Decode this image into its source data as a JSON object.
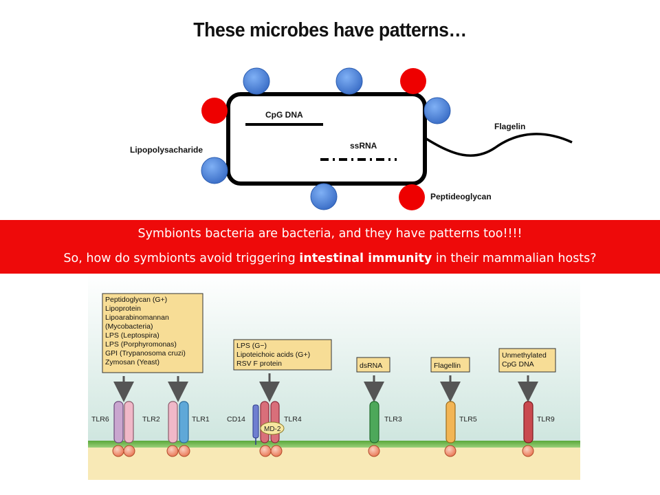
{
  "slide": {
    "title": "These microbes have patterns…"
  },
  "bacterium": {
    "labels": {
      "cpg_dna": "CpG DNA",
      "ssrna": "ssRNA",
      "flagelin": "Flagelin",
      "lipopolysacharide": "Lipopolysacharide",
      "peptideoglycan": "Peptideoglycan"
    },
    "colors": {
      "red_pattern": "#ee0000",
      "blue_pattern": "#4f86dd"
    }
  },
  "banner": {
    "line1": "Symbionts bacteria are bacteria, and they have patterns too!!!!",
    "line2_before": "So, how do symbionts avoid triggering ",
    "line2_bold": "intestinal immunity",
    "line2_after": " in their mammalian hosts?",
    "background": "#ee0a0a"
  },
  "tlr_figure": {
    "ligand_boxes": {
      "tlr2_group": [
        "Peptidoglycan (G+)",
        "Lipoprotein",
        "Lipoarabinomannan",
        "(Mycobacteria)",
        "LPS (Leptospira)",
        "LPS (Porphyromonas)",
        "GPI (Trypanosoma cruzi)",
        "Zymosan (Yeast)"
      ],
      "tlr4_group": [
        "LPS (G−)",
        "Lipoteichoic acids (G+)",
        "RSV F protein"
      ],
      "tlr3": [
        "dsRNA"
      ],
      "tlr5": [
        "Flagellin"
      ],
      "tlr9": [
        "Unmethylated",
        "CpG DNA"
      ]
    },
    "receptor_labels": {
      "tlr6": "TLR6",
      "tlr2": "TLR2",
      "tlr1": "TLR1",
      "cd14": "CD14",
      "md2": "MD-2",
      "tlr4": "TLR4",
      "tlr3": "TLR3",
      "tlr5": "TLR5",
      "tlr9": "TLR9"
    }
  }
}
